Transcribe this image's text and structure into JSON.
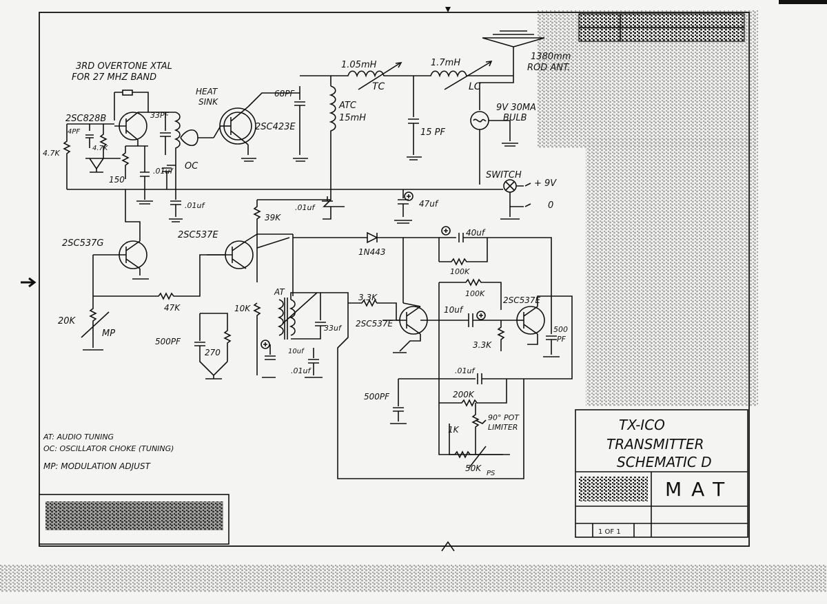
{
  "notes": {
    "line1": "AT: AUDIO TUNING",
    "line2": "OC: OSCILLATOR CHOKE (TUNING)",
    "line3": "MP: MODULATION ADJUST"
  },
  "title_block": {
    "model": "TX-ICO",
    "line2": "TRANSMITTER",
    "line3": "SCHEMATIC D",
    "logo": "MAT",
    "sheet": "1 OF 1"
  },
  "labels": {
    "xtal1": "3RD OVERTONE XTAL",
    "xtal2": "FOR 27 MHZ BAND",
    "heat1": "HEAT",
    "heat2": "SINK",
    "c68": "68PF",
    "l105": "1.05mH",
    "tc": "TC",
    "l17": "1.7mH",
    "lc": "LC",
    "ant1": "1380mm",
    "ant2": "ROD ANT.",
    "atc1": "ATC",
    "atc2": "15mH",
    "c15": "15 PF",
    "bulb1": "9V 30MA",
    "bulb2": "BULB",
    "q1": "2SC828B",
    "c4pf": "4PF",
    "r47k_a": "4.7K",
    "r47k_b": "4.7K",
    "c33pf": "33PF",
    "q2": "2SC423E",
    "oc": "OC",
    "c01_a": ".01uf",
    "r150": "150",
    "c01_b": ".01uf",
    "switch": "SWITCH",
    "plus9": "+ 9V",
    "zero": "0",
    "c01_c": ".01uf",
    "c47": "47uf",
    "r39k": "39K",
    "q3": "2SC537E",
    "diode": "1N443",
    "c40": "40uf",
    "r100k_a": "100K",
    "r100k_b": "100K",
    "q4": "2SC537G",
    "r47k": "47K",
    "r20k": "20K",
    "mp": "MP",
    "r10k": "10K",
    "at": "AT",
    "c500pf_a": "500PF",
    "r270": "270",
    "c10uf_a": "10uf",
    "c33uf": "33uf",
    "c01_d": ".01uf",
    "r33k_a": "3.3K",
    "q5": "2SC537E",
    "c10uf_b": "10uf",
    "q6": "2SC537E",
    "r33k_b": "3.3K",
    "c500pf_b": "500",
    "c500pf_b2": "PF",
    "c01_e": ".01uf",
    "c500pf_c": "500PF",
    "r200k": "200K",
    "pot1": "90° POT",
    "pot2": "LIMITER",
    "r1k": "1K",
    "r50k": "50K",
    "ps": "PS"
  }
}
